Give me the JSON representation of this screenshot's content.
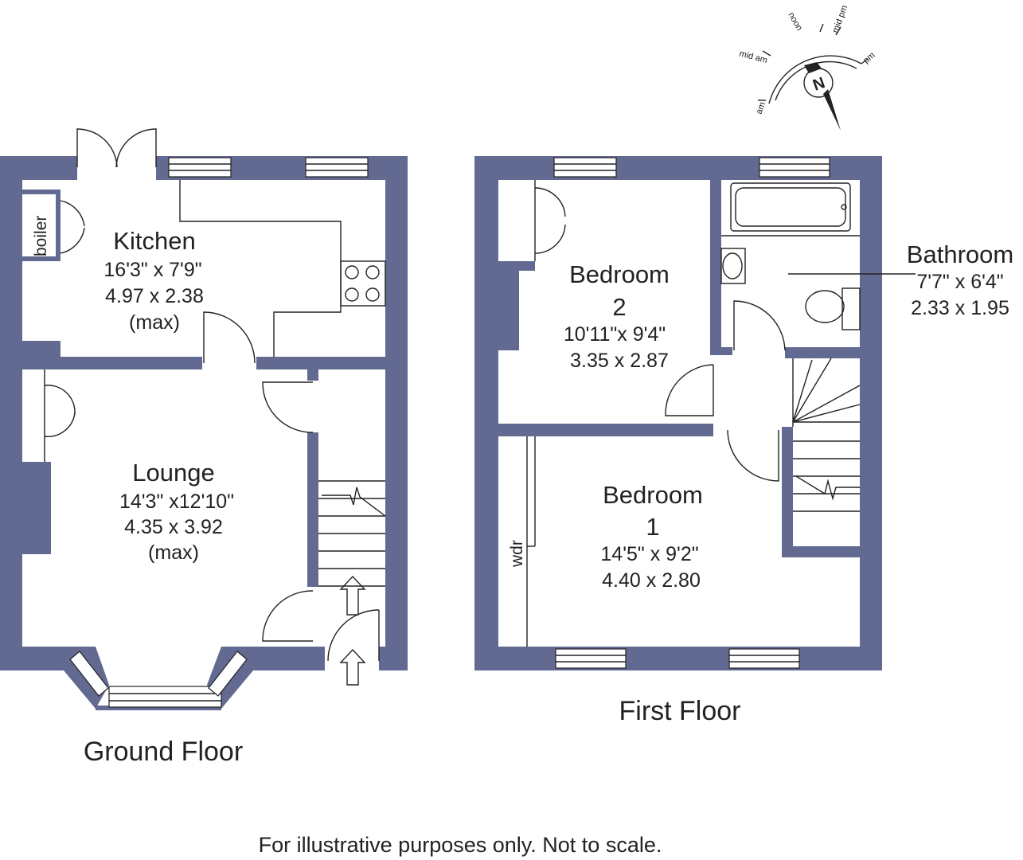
{
  "colors": {
    "wall": "#626a92",
    "line": "#222222",
    "background": "#ffffff"
  },
  "ground_floor": {
    "title": "Ground Floor",
    "boiler_label": "boiler",
    "kitchen": {
      "name": "Kitchen",
      "dim_imperial": "16'3\" x 7'9\"",
      "dim_metric": "4.97 x 2.38",
      "note": "(max)"
    },
    "lounge": {
      "name": "Lounge",
      "dim_imperial": "14'3\" x12'10\"",
      "dim_metric": "4.35 x 3.92",
      "note": "(max)"
    }
  },
  "first_floor": {
    "title": "First Floor",
    "wardrobe_label": "wdr",
    "bedroom2": {
      "name": "Bedroom",
      "number": "2",
      "dim_imperial": "10'11\"x 9'4\"",
      "dim_metric": "3.35 x 2.87"
    },
    "bedroom1": {
      "name": "Bedroom",
      "number": "1",
      "dim_imperial": "14'5\" x 9'2\"",
      "dim_metric": "4.40 x 2.80"
    },
    "bathroom": {
      "name": "Bathroom",
      "dim_imperial": "7'7\" x 6'4\"",
      "dim_metric": "2.33 x 1.95"
    }
  },
  "compass": {
    "north": "N",
    "am": "am",
    "mid_am": "mid am",
    "noon": "noon",
    "mid_pm": "mid pm",
    "pm": "pm"
  },
  "footer": "For illustrative purposes only. Not to scale."
}
